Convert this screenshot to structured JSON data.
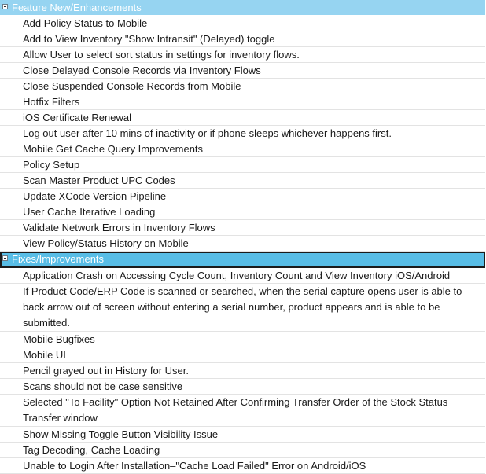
{
  "groups": [
    {
      "title": "Feature New/Enhancements",
      "items": [
        "Add Policy Status to Mobile",
        "Add to View Inventory \"Show Intransit\" (Delayed) toggle",
        "Allow User to select sort status in settings for inventory flows.",
        "Close Delayed Console Records via Inventory Flows",
        "Close Suspended Console Records from Mobile",
        "Hotfix Filters",
        "iOS Certificate Renewal",
        "Log out user after 10 mins of inactivity or if phone sleeps whichever happens first.",
        "Mobile Get Cache Query Improvements",
        "Policy Setup",
        "Scan Master Product UPC Codes",
        "Update XCode Version Pipeline",
        "User Cache Iterative Loading",
        "Validate Network Errors in Inventory Flows",
        "View Policy/Status History on Mobile"
      ]
    },
    {
      "title": "Fixes/Improvements",
      "items": [
        "Application Crash on Accessing Cycle Count, Inventory Count and View Inventory iOS/Android",
        "If Product Code/ERP Code is scanned or searched, when the serial capture opens user is able to back arrow out of screen without entering a serial number, product appears and is able to be submitted.",
        "Mobile Bugfixes",
        "Mobile UI",
        "Pencil grayed out in History for User.",
        "Scans should not be case sensitive",
        "Selected \"To Facility\" Option Not Retained After Confirming Transfer Order of the Stock Status Transfer window",
        "Show Missing Toggle Button Visibility Issue",
        "Tag Decoding, Cache Loading",
        "Unable to Login After Installation–\"Cache Load Failed\" Error on Android/iOS"
      ]
    }
  ]
}
